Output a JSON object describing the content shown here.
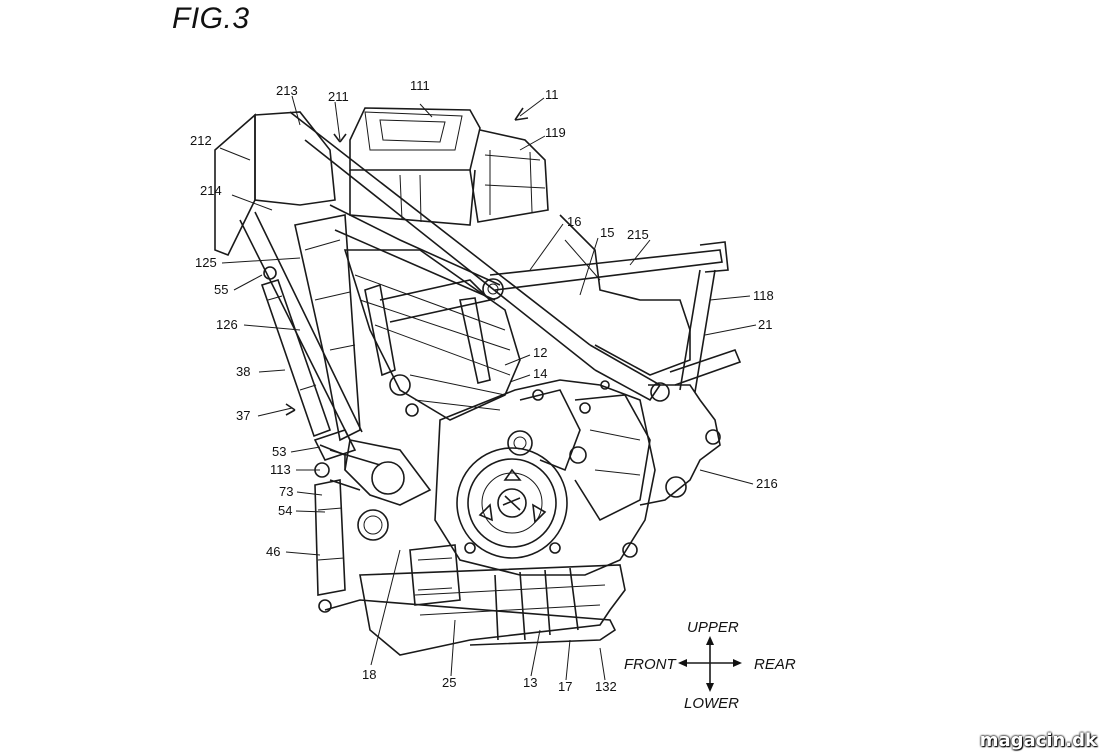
{
  "figure": {
    "title": "FIG.3"
  },
  "labels": [
    {
      "id": "111",
      "text": "111"
    },
    {
      "id": "11",
      "text": "11"
    },
    {
      "id": "213",
      "text": "213"
    },
    {
      "id": "211",
      "text": "211"
    },
    {
      "id": "119",
      "text": "119"
    },
    {
      "id": "212",
      "text": "212"
    },
    {
      "id": "214",
      "text": "214"
    },
    {
      "id": "16",
      "text": "16"
    },
    {
      "id": "15",
      "text": "15"
    },
    {
      "id": "215",
      "text": "215"
    },
    {
      "id": "125",
      "text": "125"
    },
    {
      "id": "55",
      "text": "55"
    },
    {
      "id": "118",
      "text": "118"
    },
    {
      "id": "126",
      "text": "126"
    },
    {
      "id": "21",
      "text": "21"
    },
    {
      "id": "12",
      "text": "12"
    },
    {
      "id": "38",
      "text": "38"
    },
    {
      "id": "14",
      "text": "14"
    },
    {
      "id": "37",
      "text": "37"
    },
    {
      "id": "53",
      "text": "53"
    },
    {
      "id": "113",
      "text": "113"
    },
    {
      "id": "216",
      "text": "216"
    },
    {
      "id": "73",
      "text": "73"
    },
    {
      "id": "54",
      "text": "54"
    },
    {
      "id": "46",
      "text": "46"
    },
    {
      "id": "18",
      "text": "18"
    },
    {
      "id": "25",
      "text": "25"
    },
    {
      "id": "13",
      "text": "13"
    },
    {
      "id": "17",
      "text": "17"
    },
    {
      "id": "132",
      "text": "132"
    }
  ],
  "directions": {
    "upper": "UPPER",
    "front": "FRONT",
    "rear": "REAR",
    "lower": "LOWER"
  },
  "watermark": "magacin.dk"
}
